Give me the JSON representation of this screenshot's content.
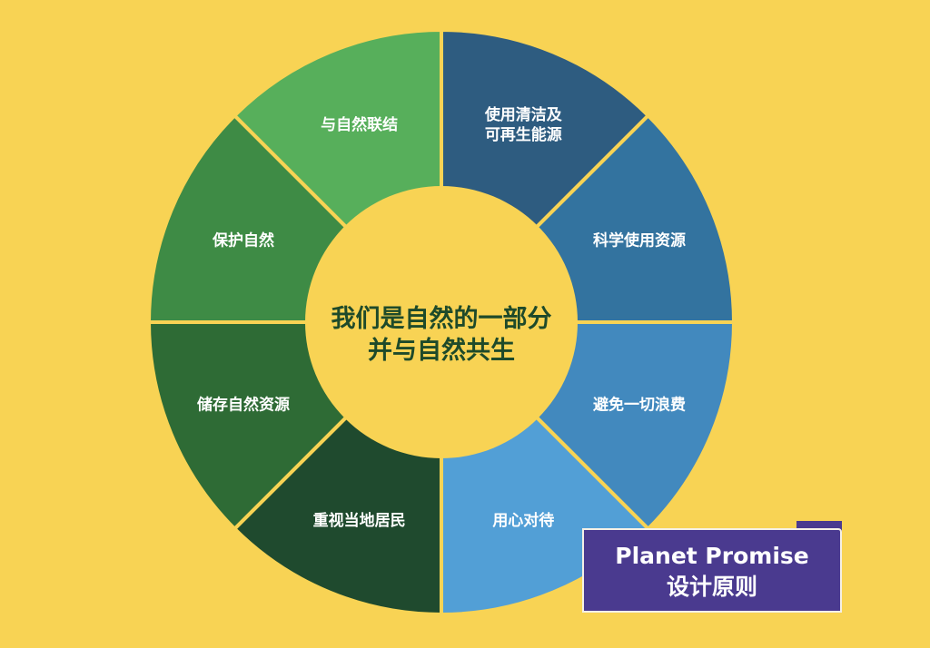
{
  "diagram": {
    "center": {
      "line1": "我们是自然的一部分",
      "line2": "并与自然共生"
    },
    "segments": [
      {
        "lines": [
          "使用清洁及",
          "可再生能源"
        ],
        "color": "#2E5C80"
      },
      {
        "lines": [
          "科学使用资源"
        ],
        "color": "#33739F"
      },
      {
        "lines": [
          "避免一切浪费"
        ],
        "color": "#4289BE"
      },
      {
        "lines": [
          "用心对待"
        ],
        "color": "#529FD6"
      },
      {
        "lines": [
          "重视当地居民"
        ],
        "color": "#1F4A2E"
      },
      {
        "lines": [
          "储存自然资源"
        ],
        "color": "#2E6B35"
      },
      {
        "lines": [
          "保护自然"
        ],
        "color": "#3E8B45"
      },
      {
        "lines": [
          "与自然联结"
        ],
        "color": "#57AF5B"
      }
    ],
    "center_color": "#F8D354",
    "background_color": "#F8D354"
  },
  "badge": {
    "line1": "Planet Promise",
    "line2": "设计原则",
    "color": "#4A3A8F"
  }
}
